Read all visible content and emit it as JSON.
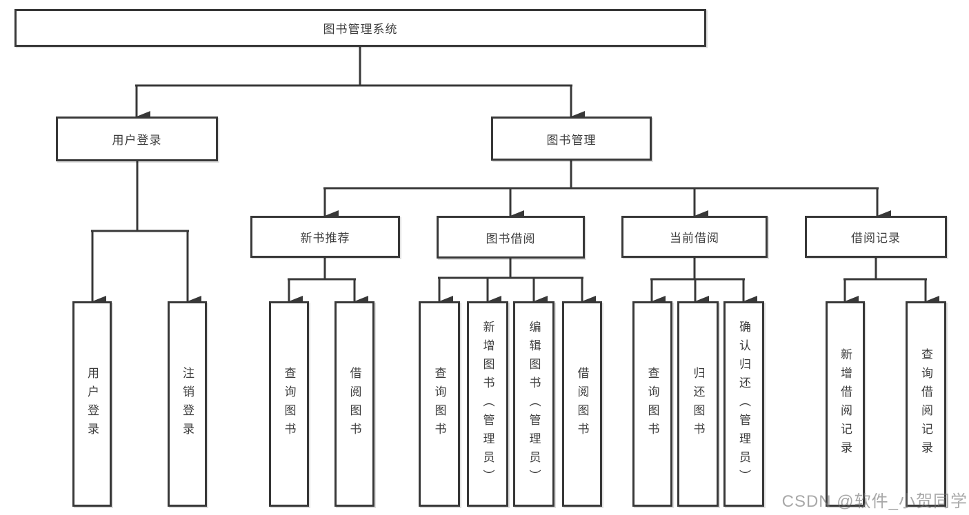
{
  "diagram": {
    "root": {
      "label": "图书管理系统"
    },
    "branches": {
      "user_login": {
        "label": "用户登录",
        "children": [
          {
            "label": "用户登录"
          },
          {
            "label": "注销登录"
          }
        ]
      },
      "book_management": {
        "label": "图书管理",
        "children": [
          {
            "label": "新书推荐",
            "children": [
              {
                "label": "查询图书"
              },
              {
                "label": "借阅图书"
              }
            ]
          },
          {
            "label": "图书借阅",
            "children": [
              {
                "label": "查询图书"
              },
              {
                "label": "新增图书（管理员）"
              },
              {
                "label": "编辑图书（管理员）"
              },
              {
                "label": "借阅图书"
              }
            ]
          },
          {
            "label": "当前借阅",
            "children": [
              {
                "label": "查询图书"
              },
              {
                "label": "归还图书"
              },
              {
                "label": "确认归还（管理员）"
              }
            ]
          },
          {
            "label": "借阅记录",
            "children": [
              {
                "label": "新增借阅记录"
              },
              {
                "label": "查询借阅记录"
              }
            ]
          }
        ]
      }
    }
  },
  "watermark": {
    "text": "CSDN @软件_小贺同学"
  },
  "colors": {
    "line": "#383838",
    "text": "#3d3d3d",
    "box_background": "#ffffff",
    "page_background": "#ffffff",
    "watermark": "#6e6e6e"
  }
}
